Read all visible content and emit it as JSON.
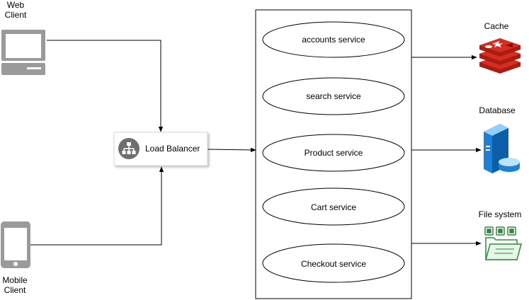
{
  "nodes": {
    "web_client": {
      "line1": "Web",
      "line2": "Client",
      "icon": "laptop-icon"
    },
    "mobile_client": {
      "line1": "Mobile",
      "line2": "Client",
      "icon": "mobile-phone-icon"
    },
    "load_balancer": {
      "label": "Load Balancer",
      "icon": "load-balancer-icon"
    },
    "services": [
      {
        "label": "accounts service"
      },
      {
        "label": "search service"
      },
      {
        "label": "Product service"
      },
      {
        "label": "Cart service"
      },
      {
        "label": "Checkout service"
      }
    ],
    "cache": {
      "label": "Cache",
      "icon": "redis-icon"
    },
    "database": {
      "label": "Database",
      "icon": "database-server-icon"
    },
    "file_system": {
      "label": "File system",
      "icon": "folder-icon"
    }
  },
  "colors": {
    "stroke": "#000000",
    "icon_gray": "#9a9a9a",
    "lb_icon": "#6e6e6e",
    "redis_red": "#d12a26",
    "db_blue": "#1f7fd1",
    "file_green": "#2e8b3d"
  }
}
